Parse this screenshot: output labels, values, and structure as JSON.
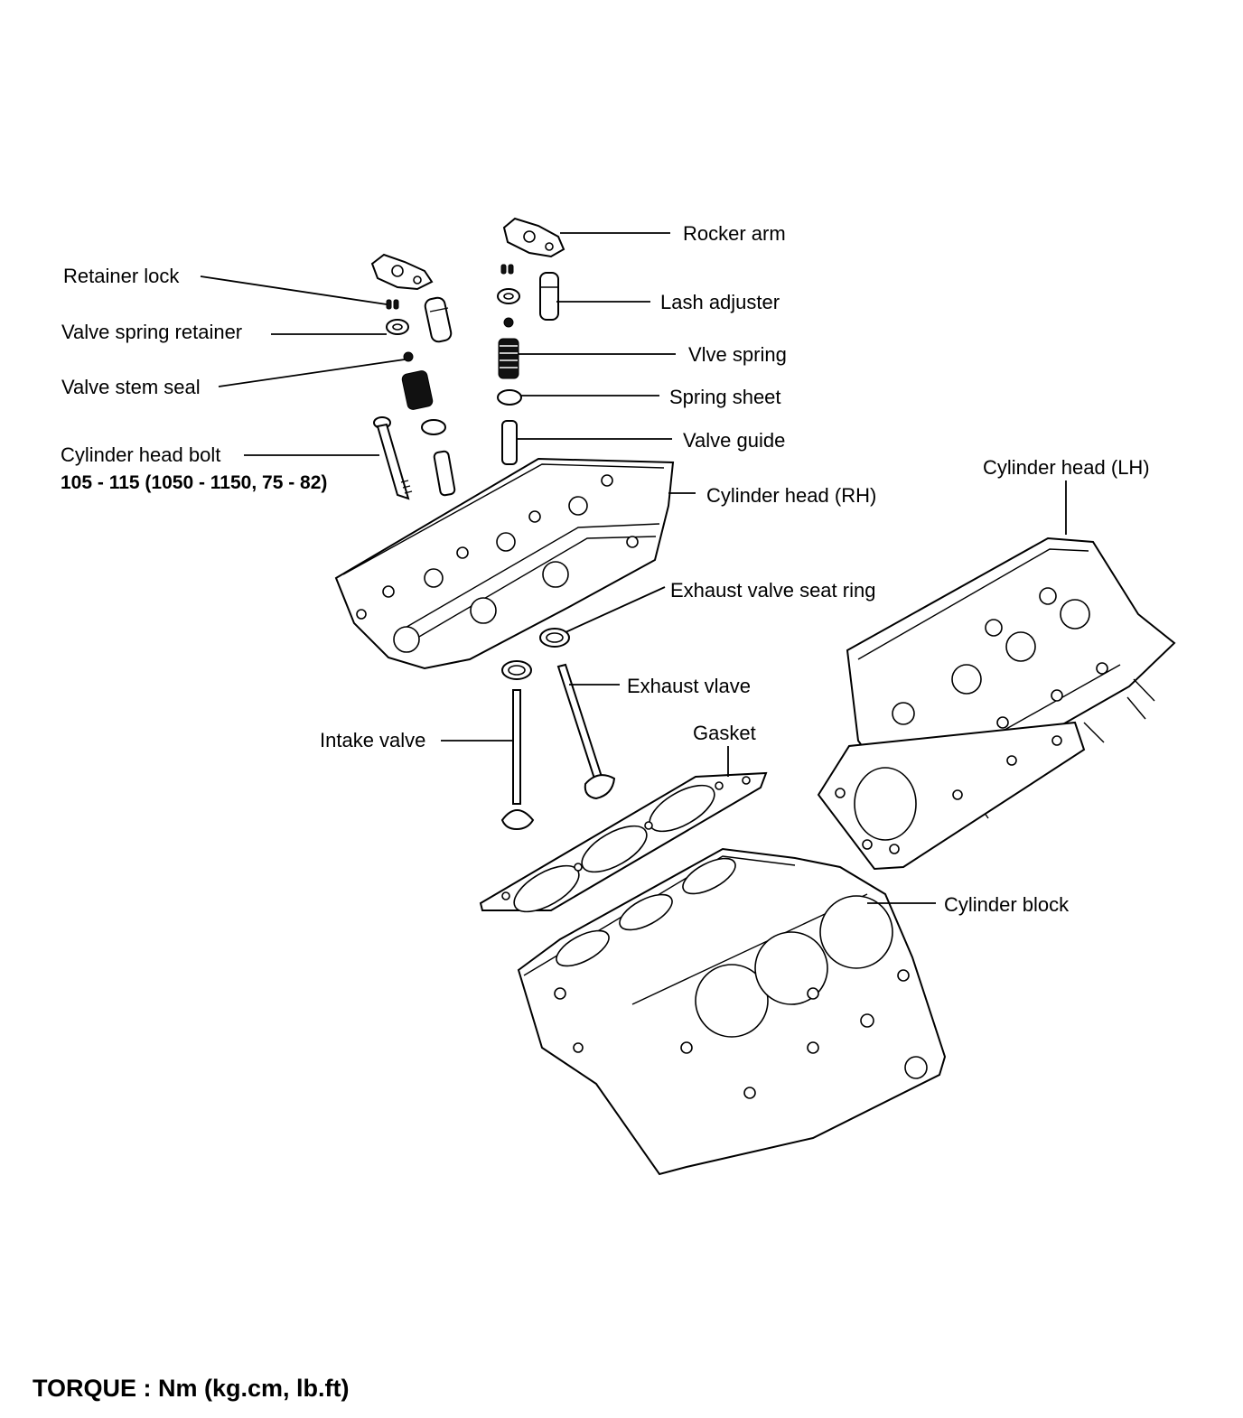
{
  "labels": {
    "rocker_arm": "Rocker arm",
    "retainer_lock": "Retainer lock",
    "lash_adjuster": "Lash adjuster",
    "valve_spring_retainer": "Valve spring retainer",
    "vlve_spring": "Vlve spring",
    "valve_stem_seal": "Valve stem seal",
    "spring_sheet": "Spring sheet",
    "valve_guide": "Valve guide",
    "cylinder_head_bolt": "Cylinder head bolt",
    "cylinder_head_bolt_torque": "105 - 115 (1050 - 1150, 75 - 82)",
    "cylinder_head_lh": "Cylinder head (LH)",
    "cylinder_head_rh": "Cylinder head (RH)",
    "exhaust_valve_seat_ring": "Exhaust valve seat ring",
    "exhaust_vlave": "Exhaust vlave",
    "intake_valve": "Intake valve",
    "gasket": "Gasket",
    "cylinder_block": "Cylinder block"
  },
  "footer": {
    "torque_note": "TORQUE : Nm (kg.cm, lb.ft)"
  }
}
